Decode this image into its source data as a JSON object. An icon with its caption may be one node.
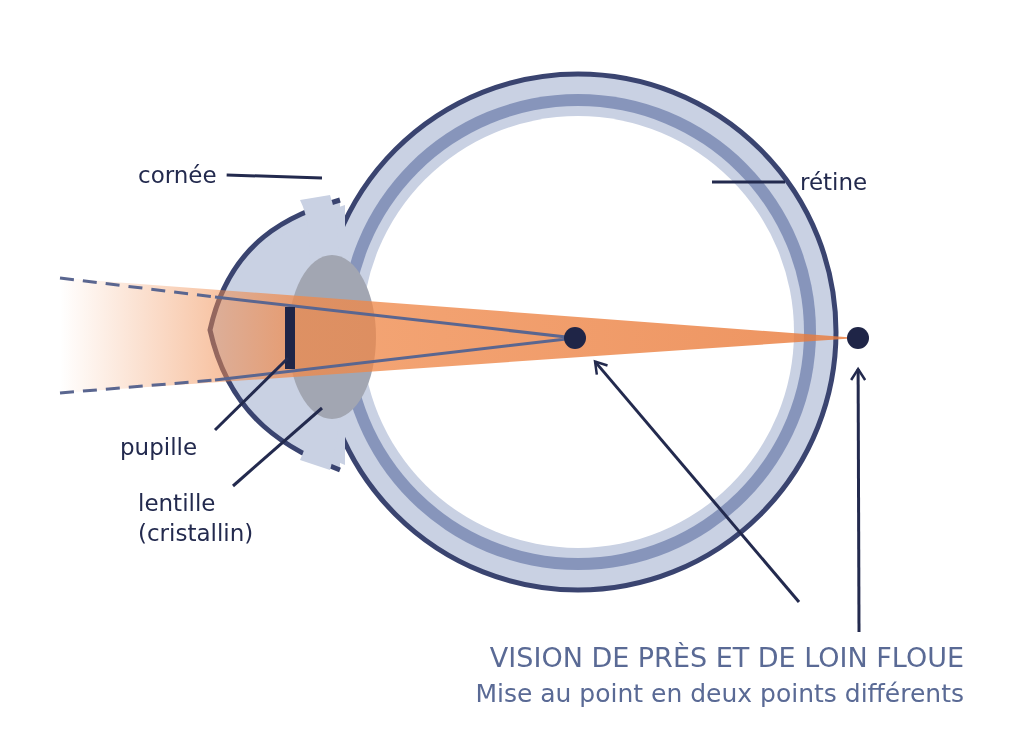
{
  "diagram": {
    "nodes": [
      {
        "text": [
          "cornée"
        ]
      },
      {
        "text": [
          "rétine"
        ]
      },
      {
        "text": [
          "pupille"
        ]
      },
      {
        "text": [
          "lentille (cristallin)"
        ]
      },
      {
        "text": [],
        "shape": "circle"
      },
      {
        "text": [],
        "shape": "circle"
      },
      {
        "text": [
          "VISION DE PRÈS ET DE LOIN FLOUE",
          "Mise au point en deux points différents"
        ]
      }
    ],
    "edges": [
      {
        "from": 0,
        "to": null,
        "arrow": "none"
      },
      {
        "from": 1,
        "to": null,
        "arrow": "none"
      },
      {
        "from": 2,
        "to": null,
        "arrow": "none"
      },
      {
        "from": 3,
        "to": null,
        "arrow": "none"
      },
      {
        "from": 6,
        "to": 4,
        "arrow": "to"
      },
      {
        "from": 6,
        "to": 5,
        "arrow": "to"
      }
    ]
  }
}
